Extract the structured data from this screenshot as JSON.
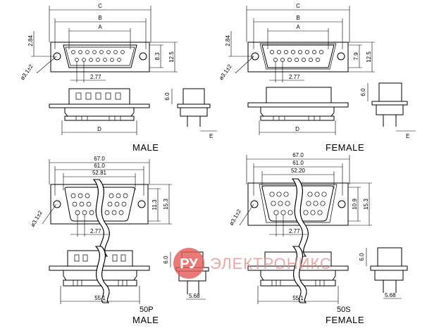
{
  "dimension_letters": {
    "c": "C",
    "b": "B",
    "a": "A",
    "d": "D",
    "e": "E"
  },
  "male_top": {
    "height_left": "2.84",
    "hole": "ø3.1±2",
    "h_inner": "8.3",
    "h_outer": "12.5",
    "pitch": "2.77"
  },
  "male_top_caption": "MALE",
  "female_top": {
    "height_left": "2.84",
    "hole": "ø3.1±2",
    "h_inner": "7.9",
    "h_outer": "12.5",
    "pitch": "2.77"
  },
  "female_top_caption": "FEMALE",
  "side_height": "6.0",
  "male_bottom": {
    "w_outer": "67.0",
    "w_mid": "61.0",
    "w_inner": "52.81",
    "hole": "ø3.1±2",
    "h_inner": "11.3",
    "h_outer": "15.3",
    "pitch": "2.77",
    "d": "55.1",
    "side": "6.0",
    "e": "5.68"
  },
  "male_bottom_caption": {
    "code": "50P",
    "label": "MALE"
  },
  "female_bottom": {
    "w_outer": "67.0",
    "w_mid": "61.0",
    "w_inner": "52.20",
    "hole": "ø3.1±2",
    "h_inner": "10.9",
    "h_outer": "15.3",
    "pitch": "2.77",
    "d": "55.1",
    "side": "6.0",
    "e": "5.68"
  },
  "female_bottom_caption": {
    "code": "50S",
    "label": "FEMALE"
  },
  "watermark": {
    "logo": "РУ",
    "text": "ЭЛЕКТРОНИКС"
  }
}
